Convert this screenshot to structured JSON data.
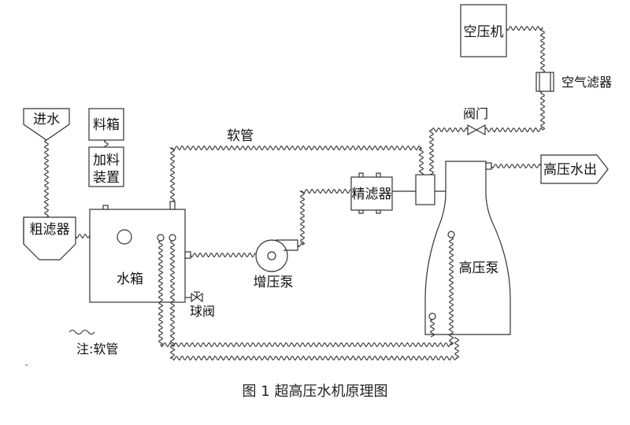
{
  "labels": {
    "inlet": "进水",
    "material_box": "料箱",
    "dosing_line1": "加料",
    "dosing_line2": "装置",
    "coarse_filter": "粗滤器",
    "water_tank": "水箱",
    "ball_valve": "球阀",
    "hose_top": "软管",
    "booster_pump": "增压泵",
    "fine_filter": "精滤器",
    "valve": "阀门",
    "air_compressor": "空压机",
    "air_filter": "空气滤器",
    "hp_pump": "高压泵",
    "hp_water_out": "高压水出",
    "note": "注:软管"
  },
  "caption": "图 1  超高压水机原理图",
  "colors": {
    "stroke": "#333333",
    "text": "#111111",
    "background": "#ffffff"
  }
}
